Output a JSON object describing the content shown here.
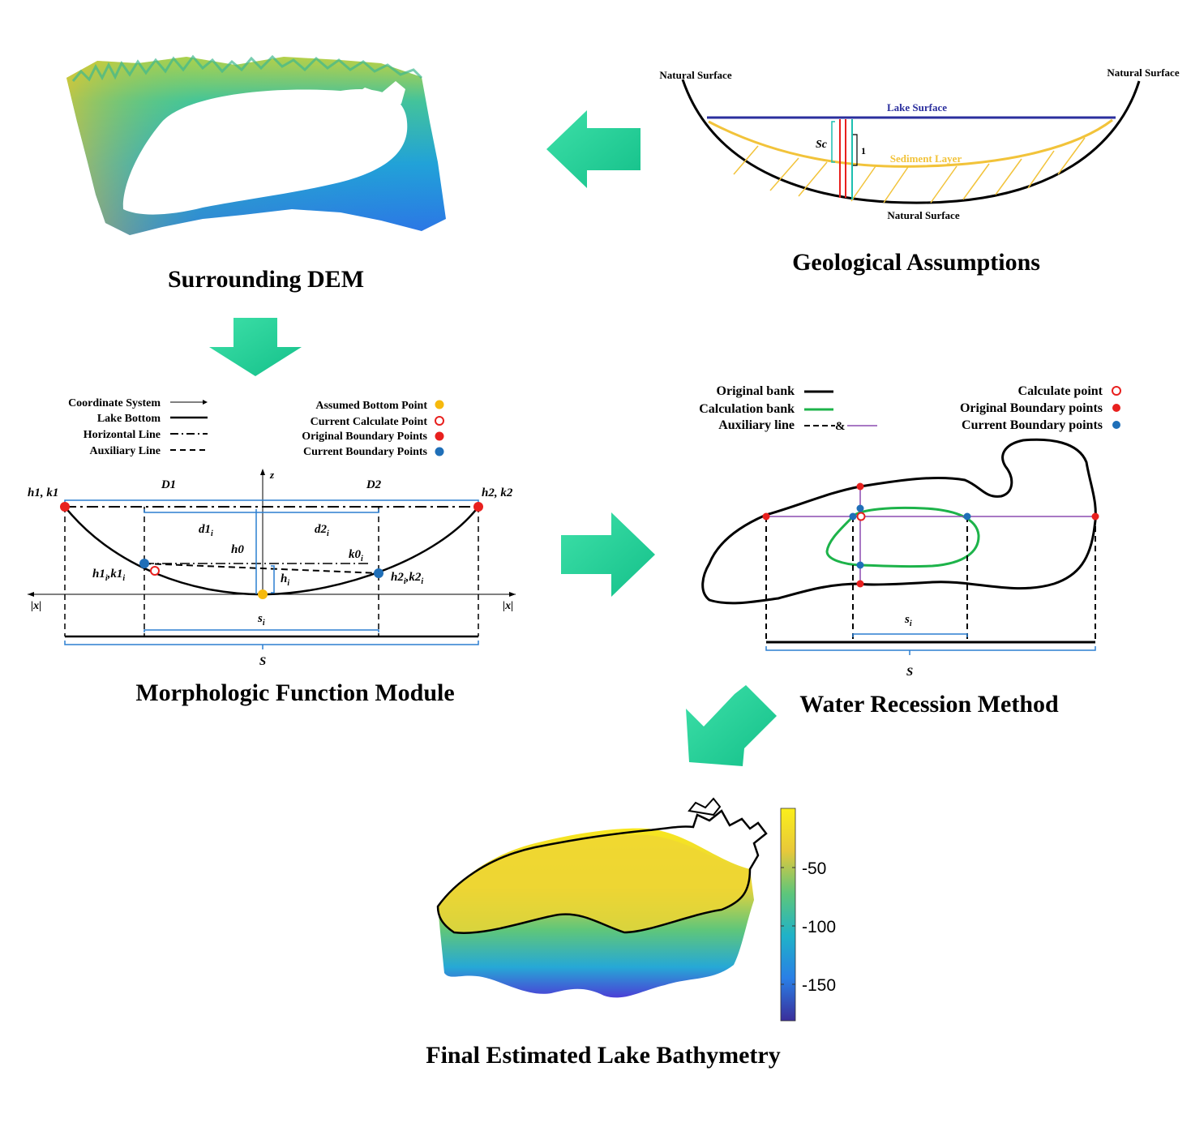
{
  "captions": {
    "dem": "Surrounding DEM",
    "geo": "Geological Assumptions",
    "morph": "Morphologic Function Module",
    "water": "Water Recession Method",
    "final": "Final Estimated Lake Bathymetry"
  },
  "geo": {
    "natural_surface_left": "Natural Surface",
    "natural_surface_right": "Natural Surface",
    "natural_surface_bottom": "Natural Surface",
    "lake_surface": "Lake Surface",
    "sediment_layer": "Sediment Layer",
    "sc": "Sc",
    "one": "1"
  },
  "morph": {
    "legend_left": [
      "Coordinate System",
      "Lake Bottom",
      "Horizontal Line",
      "Auxiliary Line"
    ],
    "legend_right": [
      "Assumed Bottom Point",
      "Current Calculate Point",
      "Original Boundary Points",
      "Current Boundary Points"
    ],
    "h1k1": "h1, k1",
    "h2k2": "h2, k2",
    "D1": "D1",
    "D2": "D2",
    "z": "z",
    "d1i": "d1",
    "d2i": "d2",
    "h0": "h0",
    "k0i": "k0",
    "hi": "h",
    "h1ik1i": "h1",
    "h2ik2i": "h2",
    "absx_left": "|x|",
    "absx_right": "|x|",
    "si": "s",
    "S": "S",
    "sub_i": "i"
  },
  "water": {
    "legend_left": [
      "Original bank",
      "Calculation bank",
      "Auxiliary line"
    ],
    "aux_amp": "&",
    "legend_right": [
      "Calculate point",
      "Original Boundary points",
      "Current Boundary points"
    ],
    "si": "s",
    "sub_i": "i",
    "S": "S"
  },
  "colorbar": {
    "ticks": [
      "-50",
      "-100",
      "-150"
    ]
  },
  "colors": {
    "arrow": "#1fcf96",
    "lake_surface": "#2b2f9e",
    "sediment": "#f2c33a",
    "red_point": "#e8201e",
    "blue_point": "#1f6fb8",
    "yellow_point": "#f6b90d",
    "green_bank": "#1db34a",
    "aux_purple": "#8c4bb0",
    "blue_bracket": "#2b7fd1"
  }
}
